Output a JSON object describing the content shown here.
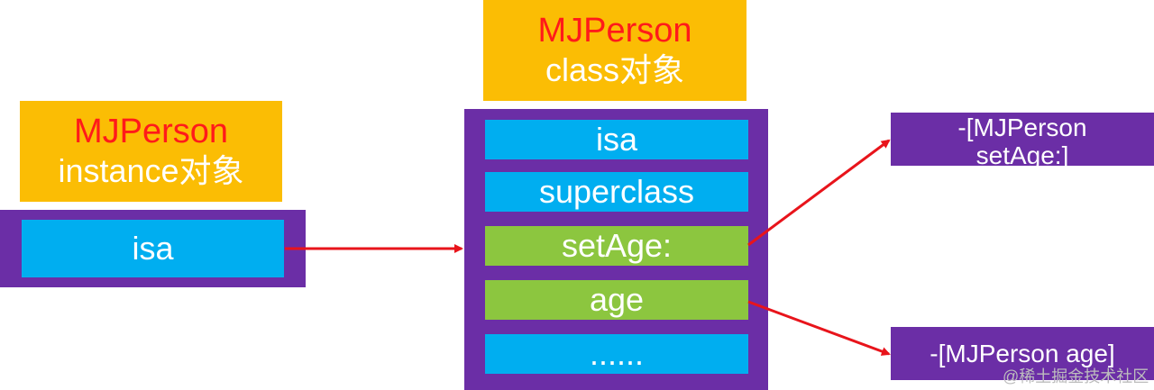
{
  "instance": {
    "title_line1": "MJPerson",
    "title_line2": "instance对象",
    "slot_isa": "isa"
  },
  "class_object": {
    "title_line1": "MJPerson",
    "title_line2": "class对象",
    "slots": {
      "isa": "isa",
      "superclass": "superclass",
      "setAge": "setAge:",
      "age": "age",
      "more": "......"
    }
  },
  "methods": {
    "setAge_line1": "-[MJPerson",
    "setAge_line2": "setAge:]",
    "age": "-[MJPerson age]"
  },
  "watermark": "@稀土掘金技术社区",
  "colors": {
    "title_background": "#fbbd04",
    "title_red": "#ff1a1a",
    "container_purple": "#6b2ea6",
    "slot_blue": "#00aef0",
    "slot_green": "#8cc63f",
    "arrow_red": "#e8141b"
  }
}
